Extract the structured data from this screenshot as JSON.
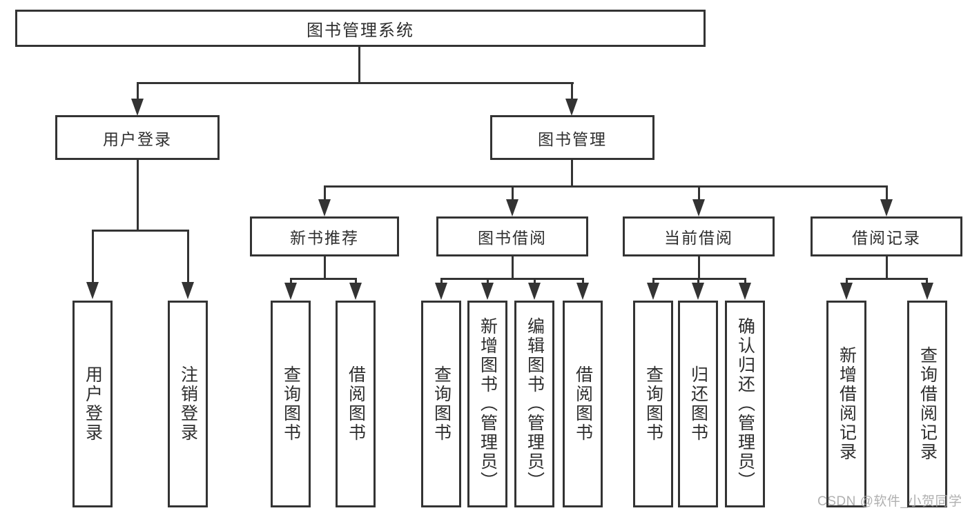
{
  "tree": {
    "root": "图书管理系统",
    "branches": [
      {
        "label": "用户登录",
        "children": [
          "用户登录",
          "注销登录"
        ]
      },
      {
        "label": "图书管理",
        "groups": [
          {
            "label": "新书推荐",
            "children": [
              "查询图书",
              "借阅图书"
            ]
          },
          {
            "label": "图书借阅",
            "children": [
              "查询图书",
              "新增图书（管理员）",
              "编辑图书（管理员）",
              "借阅图书"
            ]
          },
          {
            "label": "当前借阅",
            "children": [
              "查询图书",
              "归还图书",
              "确认归还（管理员）"
            ]
          },
          {
            "label": "借阅记录",
            "children": [
              "新增借阅记录",
              "查询借阅记录"
            ]
          }
        ]
      }
    ]
  },
  "watermark": {
    "text": "CSDN @软件_小贺同学"
  },
  "colors": {
    "stroke": "#333333",
    "text": "#2e2e2e",
    "box_fill": "#ffffff",
    "background": "#ffffff",
    "watermark": "#a3a3a3"
  }
}
